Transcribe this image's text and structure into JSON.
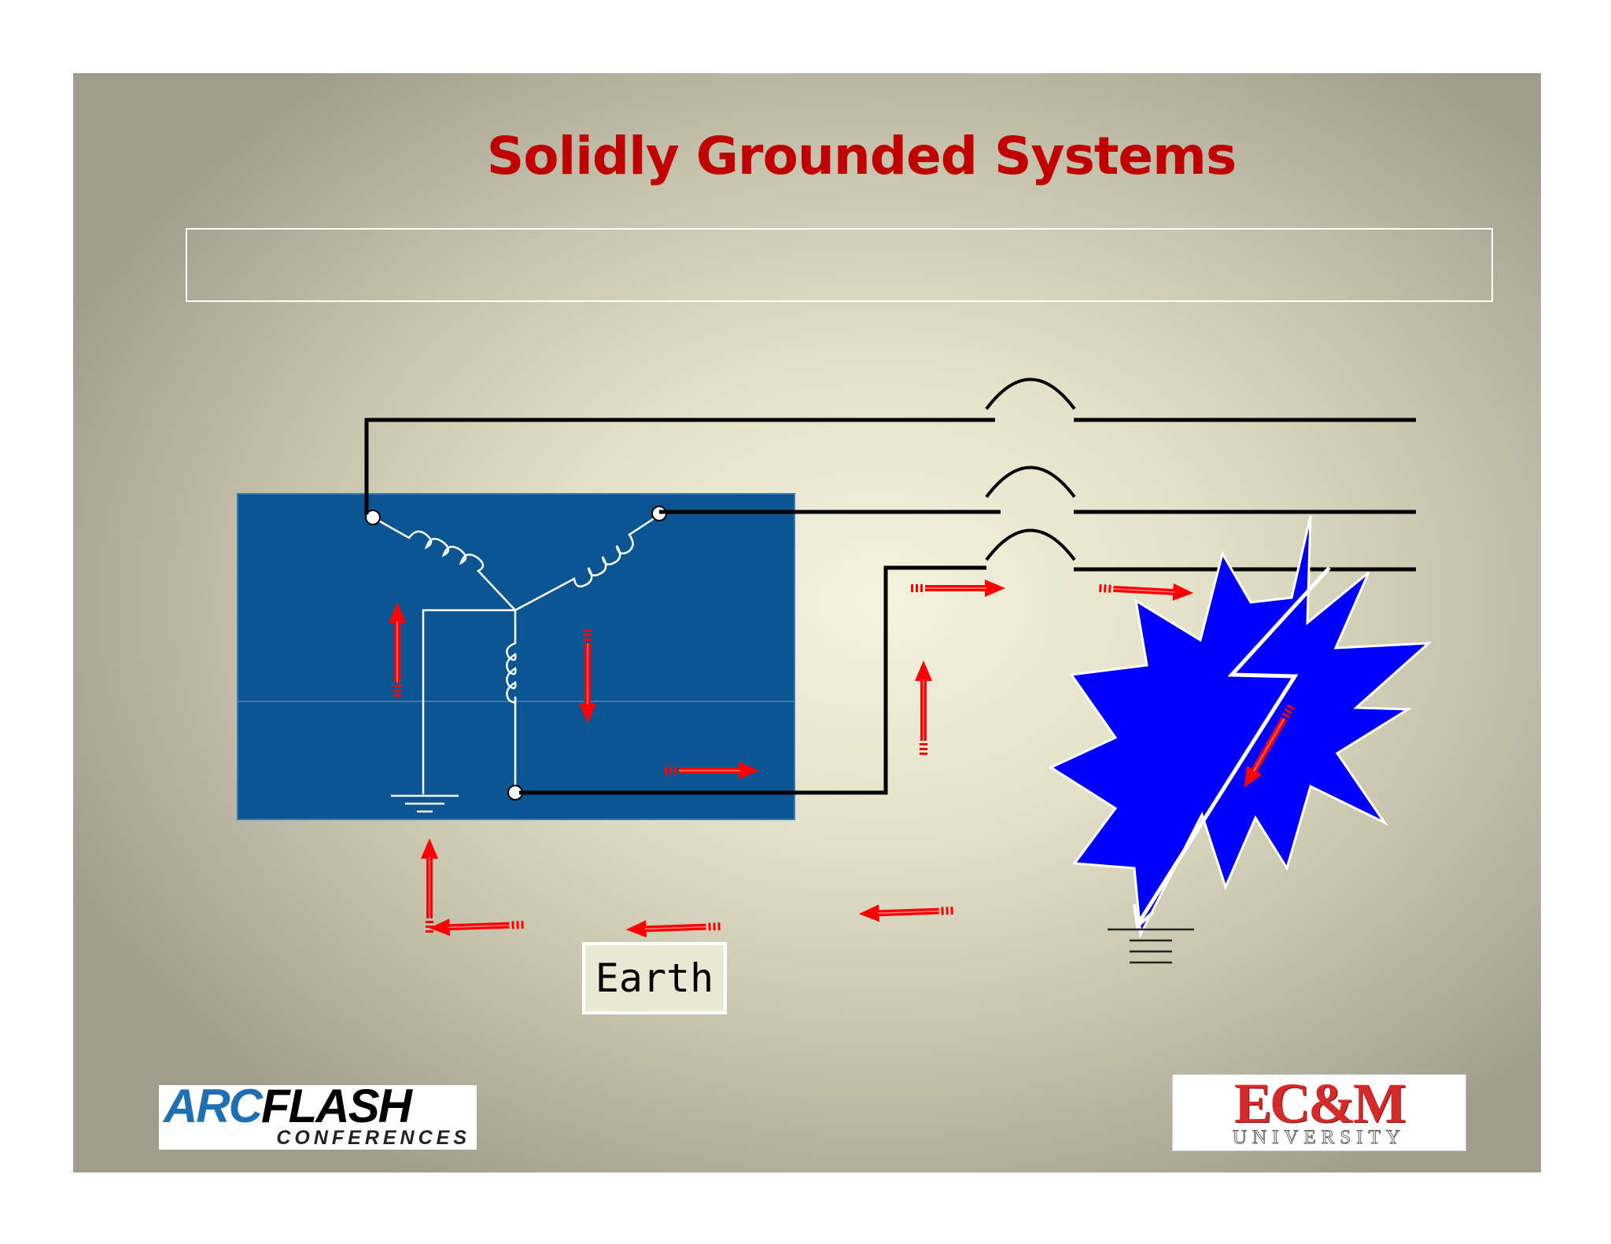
{
  "slide": {
    "title": "Solidly Grounded Systems",
    "subtitle": "",
    "earth_label": "Earth"
  },
  "logos": {
    "arcflash": {
      "word_part1": "ARC",
      "word_part2": "FLASH",
      "sub": "CONFERENCES"
    },
    "ecm": {
      "word": "EC&M",
      "sub": "UNIVERSITY"
    }
  },
  "colors": {
    "title": "#c00000",
    "transformer_box": "#0b5592",
    "fault_burst": "#0000ff",
    "current_arrow": "#ff0000",
    "conductor": "#000000"
  }
}
